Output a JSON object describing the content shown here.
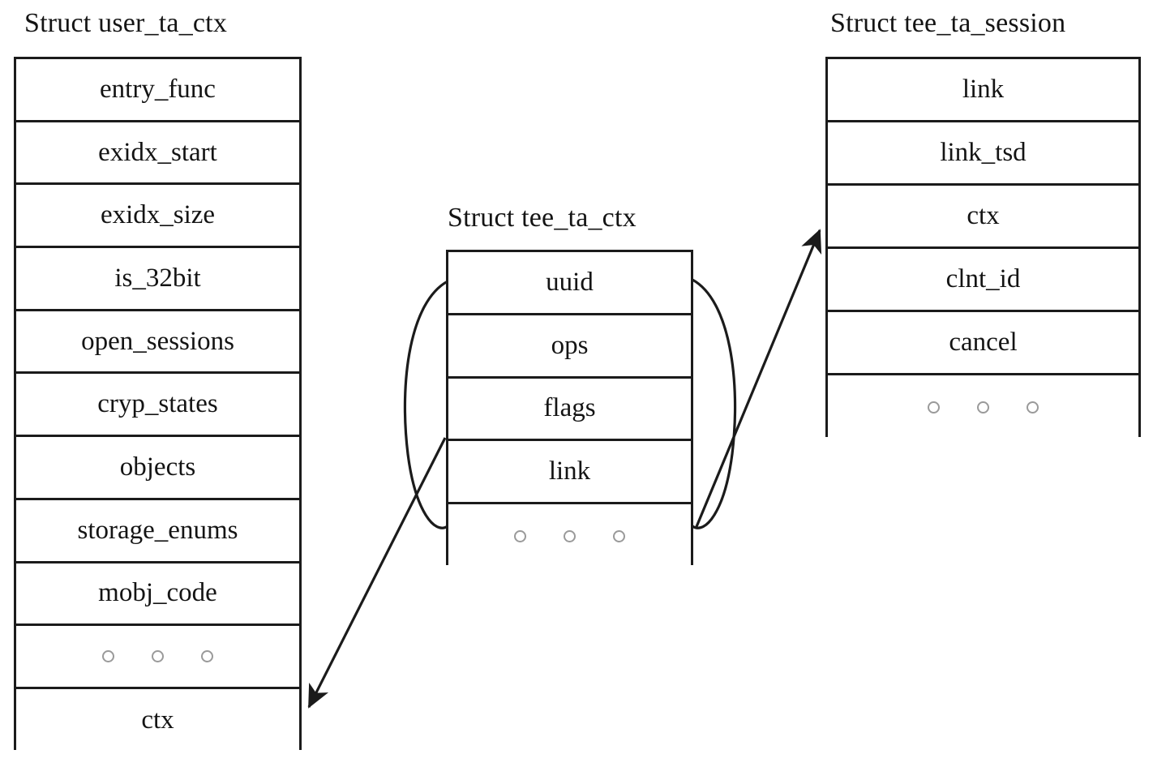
{
  "diagram": {
    "type": "struct-relationship-diagram",
    "background_color": "#ffffff",
    "line_color": "#1b1b1b",
    "text_color": "#141414",
    "ellipsis_dot_color": "#9a9a9a"
  },
  "structs": [
    {
      "id": "user_ta_ctx",
      "title": "Struct user_ta_ctx",
      "rows": [
        {
          "label": "entry_func",
          "kind": "field"
        },
        {
          "label": "exidx_start",
          "kind": "field"
        },
        {
          "label": "exidx_size",
          "kind": "field"
        },
        {
          "label": "is_32bit",
          "kind": "field"
        },
        {
          "label": "open_sessions",
          "kind": "field"
        },
        {
          "label": "cryp_states",
          "kind": "field"
        },
        {
          "label": "objects",
          "kind": "field"
        },
        {
          "label": "storage_enums",
          "kind": "field"
        },
        {
          "label": "mobj_code",
          "kind": "field"
        },
        {
          "label": "",
          "kind": "ellipsis"
        },
        {
          "label": "ctx",
          "kind": "field"
        }
      ]
    },
    {
      "id": "tee_ta_ctx",
      "title": "Struct tee_ta_ctx",
      "rows": [
        {
          "label": "uuid",
          "kind": "field"
        },
        {
          "label": "ops",
          "kind": "field"
        },
        {
          "label": "flags",
          "kind": "field"
        },
        {
          "label": "link",
          "kind": "field"
        },
        {
          "label": "",
          "kind": "ellipsis"
        }
      ]
    },
    {
      "id": "tee_ta_session",
      "title": "Struct tee_ta_session",
      "rows": [
        {
          "label": "link",
          "kind": "field"
        },
        {
          "label": "link_tsd",
          "kind": "field"
        },
        {
          "label": "ctx",
          "kind": "field"
        },
        {
          "label": "clnt_id",
          "kind": "field"
        },
        {
          "label": "cancel",
          "kind": "field"
        },
        {
          "label": "",
          "kind": "ellipsis"
        }
      ]
    }
  ],
  "connections": [
    {
      "id": "ctx-to-tee-ta-ctx",
      "from_struct": "tee_ta_ctx",
      "to_struct": "user_ta_ctx",
      "to_field": "ctx",
      "arrow": "to-left-struct-ctx-row"
    },
    {
      "id": "session-ctx-to-tee-ta-ctx",
      "from_struct": "tee_ta_ctx",
      "to_struct": "tee_ta_session",
      "to_field": "ctx",
      "arrow": "to-right-struct-ctx-row"
    }
  ]
}
